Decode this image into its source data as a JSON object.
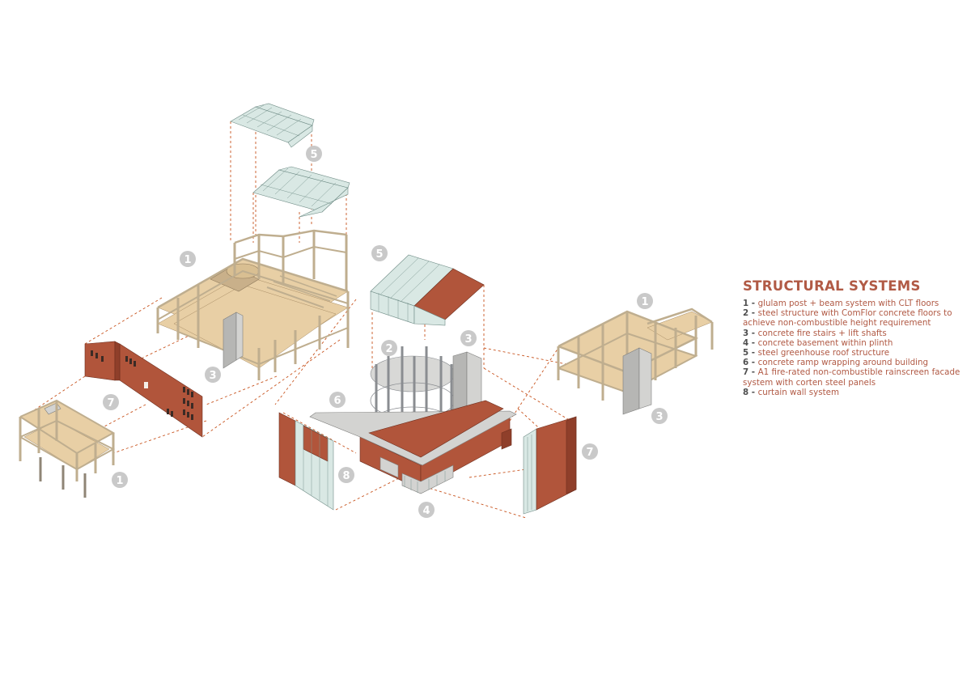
{
  "legend": {
    "title": "STRUCTURAL SYSTEMS",
    "items": [
      {
        "num": "1",
        "text": "glulam post + beam system with CLT floors"
      },
      {
        "num": "2",
        "text": "steel structure with ComFlor concrete floors to achieve non-combustible height requirement"
      },
      {
        "num": "3",
        "text": "concrete fire stairs + lift shafts"
      },
      {
        "num": "4",
        "text": "concrete basement within plinth"
      },
      {
        "num": "5",
        "text": "steel greenhouse roof structure"
      },
      {
        "num": "6",
        "text": "concrete ramp wrapping around building"
      },
      {
        "num": "7",
        "text": "A1 fire-rated non-combustible rainscreen facade system with corten steel panels"
      },
      {
        "num": "8",
        "text": "curtain wall system"
      }
    ]
  },
  "badges": [
    "5",
    "1",
    "3",
    "7",
    "1",
    "5",
    "2",
    "3",
    "6",
    "8",
    "4",
    "7",
    "1",
    "3"
  ],
  "colors": {
    "accent": "#b15a45",
    "leader_lines": "#c8541f",
    "badge": "#c9c9c9",
    "corten": "#b1553b",
    "timber": "#e7d2b0",
    "concrete": "#b6b6b4",
    "glass": "#d9e8e4"
  }
}
